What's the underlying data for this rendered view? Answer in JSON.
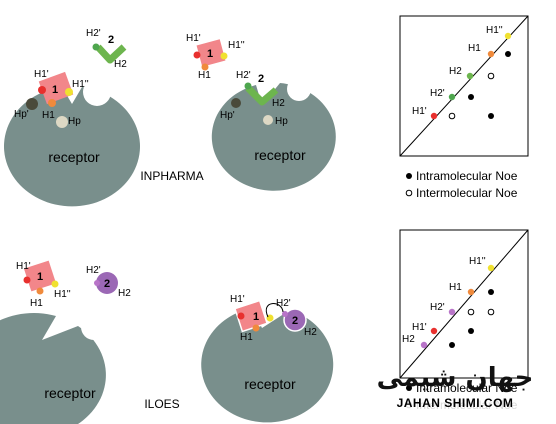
{
  "colors": {
    "receptor": "#798f8c",
    "ligand1": "#f2868a",
    "ligand2_bent": "#6db54e",
    "ligand2_ball": "#9b68b5",
    "h1p": "#e8302e",
    "h1": "#f08a3c",
    "h1pp": "#f0e130",
    "h2": "#6db54e",
    "h2p": "#4ea64e",
    "hp_dark": "#4a4a3a",
    "hp_light": "#ddd8c4",
    "h2_purple": "#b874c8"
  },
  "inpharma": {
    "caption": "INPHARMA",
    "panel_left": {
      "receptor_label": "receptor",
      "ligand1_number": "1",
      "ligand2_number": "2",
      "labels": {
        "h1p": "H1'",
        "h1pp": "H1''",
        "h1": "H1",
        "hpp": "Hp'",
        "hp": "Hp",
        "h2p": "H2'",
        "h2": "H2"
      }
    },
    "panel_right": {
      "receptor_label": "receptor",
      "ligand1_number": "1",
      "ligand2_number": "2",
      "labels": {
        "h1p": "H1'",
        "h1pp": "H1''",
        "h1": "H1",
        "h2p": "H2'",
        "h2": "H2",
        "hpp": "Hp'",
        "hp": "Hp"
      }
    },
    "spectrum": {
      "diagonal_labels": [
        "H1''",
        "H1",
        "H2",
        "H2'",
        "H1'"
      ]
    }
  },
  "iloes": {
    "caption": "ILOES",
    "panel_left": {
      "receptor_label": "receptor",
      "ligand1_number": "1",
      "ligand2_number": "2",
      "labels": {
        "h1p": "H1'",
        "h1pp": "H1''",
        "h1": "H1",
        "h2p": "H2'",
        "h2": "H2"
      }
    },
    "panel_right": {
      "receptor_label": "receptor",
      "ligand1_number": "1",
      "ligand2_number": "2",
      "labels": {
        "h1p": "H1'",
        "h1": "H1",
        "h2p": "H2'",
        "h2": "H2"
      }
    },
    "spectrum": {
      "diagonal_labels": [
        "H1''",
        "H1",
        "H2'",
        "H1'",
        "H2"
      ]
    }
  },
  "legend": {
    "intramolecular": "Intramolecular Noe",
    "intermolecular": "Intermolecular Noe"
  },
  "watermark": {
    "arabic": "جهان شیمی",
    "url": "JAHAN SHIMI.COM"
  }
}
